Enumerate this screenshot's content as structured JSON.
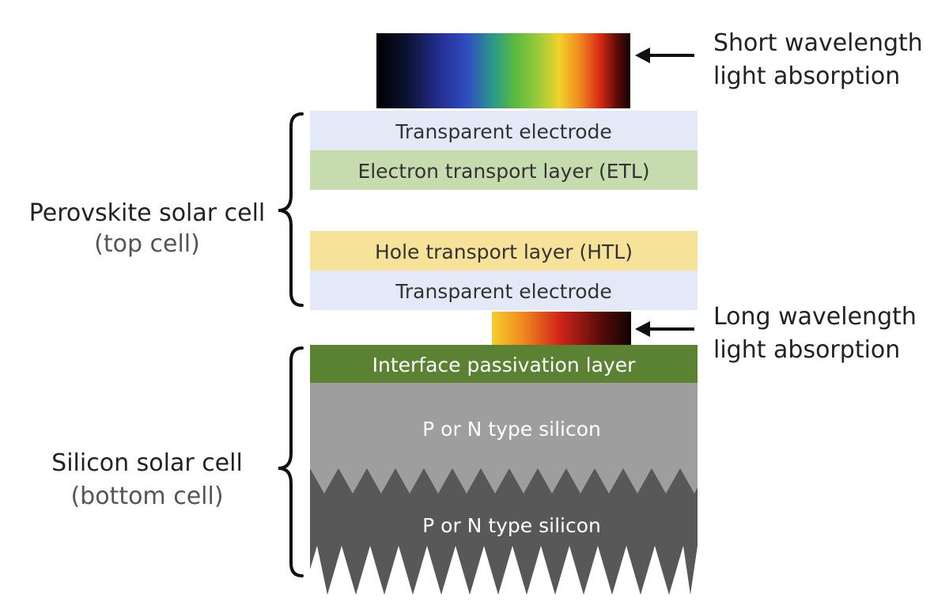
{
  "spectra": {
    "short": {
      "label_line1": "Short wavelength",
      "label_line2": "light absorption"
    },
    "long": {
      "label_line1": "Long wavelength",
      "label_line2": "light absorption"
    }
  },
  "perovskite": {
    "label_line1": "Perovskite solar cell",
    "label_line2": "(top cell)",
    "layers": [
      "Transparent electrode",
      "Electron transport layer (ETL)",
      "Hole transport layer (HTL)",
      "Transparent electrode"
    ]
  },
  "silicon": {
    "label_line1": "Silicon solar cell",
    "label_line2": "(bottom cell)",
    "passivation": "Interface passivation layer",
    "upper_silicon": "P or N type silicon",
    "lower_silicon": "P or N type silicon"
  },
  "colors": {
    "electrode": "#e3e9f6",
    "etl": "#c6dcaf",
    "htl": "#f7e29a",
    "passivation": "#5a8232",
    "silicon_light": "#9e9e9e",
    "silicon_dark": "#585858",
    "text": "#333333",
    "white_text": "#ffffff"
  }
}
